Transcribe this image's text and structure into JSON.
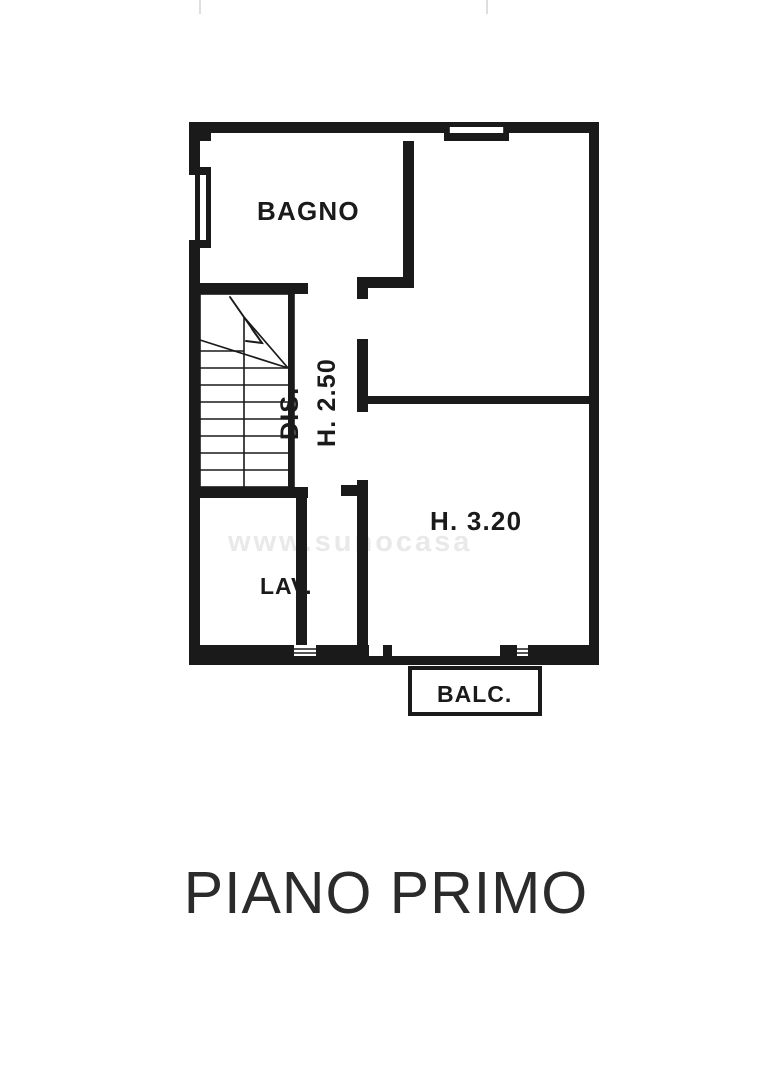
{
  "document": {
    "type": "architectural-floor-plan",
    "title": "PIANO PRIMO",
    "language": "it"
  },
  "rooms": [
    {
      "id": "bagno",
      "label": "BAGNO",
      "name": "bathroom"
    },
    {
      "id": "lav",
      "label": "LAV.",
      "name": "laundry"
    },
    {
      "id": "dis",
      "label": "DIS.",
      "name": "hallway"
    },
    {
      "id": "balc",
      "label": "BALC.",
      "name": "balcony"
    }
  ],
  "annotations": [
    {
      "id": "h250",
      "label": "H. 2.50",
      "orientation": "vertical",
      "meaning": "ceiling-height-metres"
    },
    {
      "id": "h320",
      "label": "H. 3.20",
      "orientation": "horizontal",
      "meaning": "ceiling-height-metres"
    }
  ],
  "watermark": {
    "text": "www.sunocasa"
  },
  "colors": {
    "wall": "#1a1a1a",
    "background": "#ffffff",
    "text": "#1a1a1a",
    "title": "#2b2b2b",
    "watermark": "#e9e9e9"
  }
}
